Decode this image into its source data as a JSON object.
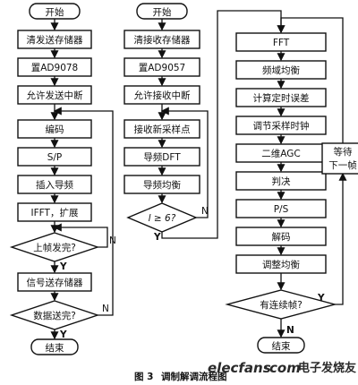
{
  "left_column": {
    "start": "开始",
    "clear_send": "清发送存储器",
    "set_ad9078": "置AD9078",
    "enable_send_irq": "允许发送中断",
    "encode": "编码",
    "sp": "S/P",
    "insert_pilot": "插入导频",
    "ifft": "IFFT，扩展",
    "last_frame_sent": "上帧发完?",
    "signal_to_mem": "信号送存储器",
    "data_sent_done": "数据送完?",
    "end": "结束",
    "label_n1": "N",
    "label_y1": "Y",
    "label_n2": "N",
    "label_y2": "Y"
  },
  "middle_column": {
    "start": "开始",
    "clear_recv": "清接收存储器",
    "set_ad9057": "置AD9057",
    "enable_recv_irq": "允许接收中断",
    "recv_sample": "接收新采样点",
    "pilot_dft": "导频DFT",
    "pilot_eq": "导频均衡",
    "cond": "l ≥ 6?",
    "label_n": "N",
    "label_y": "Y"
  },
  "right_column": {
    "fft": "FFT",
    "freq_eq": "频域均衡",
    "timing_err": "计算定时误差",
    "adj_clock": "调节采样时钟",
    "agc2d": "二维AGC",
    "decide": "判决",
    "ps": "P/S",
    "decode": "解码",
    "adj_eq": "调整均衡",
    "continuous": "有连续帧?",
    "end": "结束",
    "wait_line1": "等待",
    "wait_line2": "下一帧",
    "label_y": "Y",
    "label_n": "N"
  },
  "caption": {
    "fig": "图 3",
    "title": "调制解调流程图"
  },
  "watermark": {
    "brand": "elecfans",
    "dot": "·",
    "com": "com",
    "cn": "电子发烧友"
  }
}
